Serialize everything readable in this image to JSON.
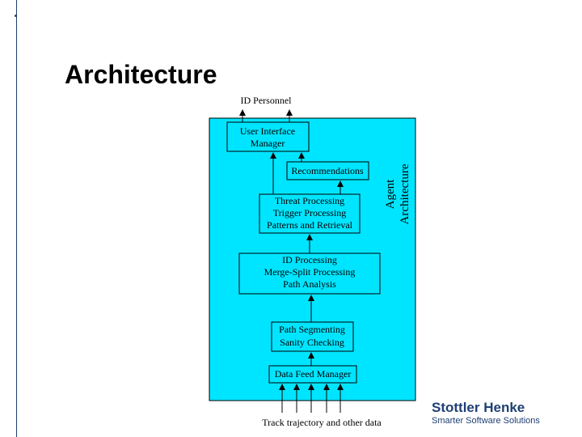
{
  "slide": {
    "title": "Architecture"
  },
  "diagram": {
    "top_label": "ID Personnel",
    "bottom_label": "Track trajectory and other data",
    "side_label_line1": "Agent",
    "side_label_line2": "Architecture",
    "boxes": {
      "ui_manager": [
        "User Interface",
        "Manager"
      ],
      "recommendations": [
        "Recommendations"
      ],
      "threat": [
        "Threat Processing",
        "Trigger Processing",
        "Patterns and Retrieval"
      ],
      "id_processing": [
        "ID Processing",
        "Merge-Split Processing",
        "Path Analysis"
      ],
      "path_segmenting": [
        "Path Segmenting",
        "Sanity Checking"
      ],
      "data_feed": [
        "Data Feed Manager"
      ]
    },
    "colors": {
      "panel": "#00e5ff",
      "line": "#000000"
    }
  },
  "logo": {
    "name": "Stottler Henke",
    "tagline": "Smarter Software Solutions"
  }
}
